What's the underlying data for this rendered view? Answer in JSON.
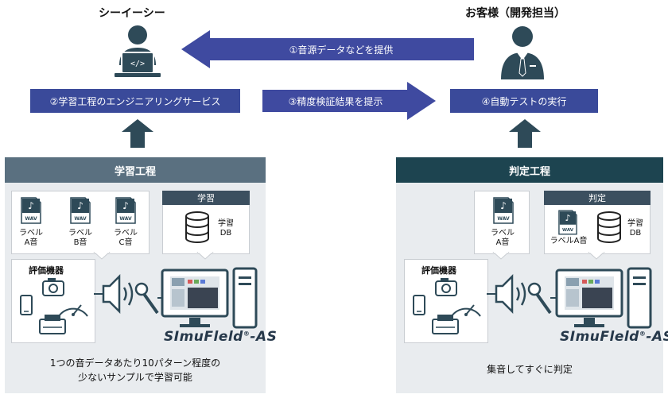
{
  "left_actor": {
    "name": "シーイーシー"
  },
  "right_actor": {
    "name": "お客様（開発担当）"
  },
  "arrows": {
    "top": "①音源データなどを提供",
    "middle": "③精度検証結果を提示"
  },
  "steps": {
    "left": "②学習工程のエンジニアリングサービス",
    "right": "④自動テストの実行"
  },
  "left_panel": {
    "header": "学習工程",
    "files": [
      {
        "badge": "WAV",
        "label_line1": "ラベル",
        "label_line2": "A音"
      },
      {
        "badge": "WAV",
        "label_line1": "ラベル",
        "label_line2": "B音"
      },
      {
        "badge": "WAV",
        "label_line1": "ラベル",
        "label_line2": "C音"
      }
    ],
    "db_header": "学習",
    "db_label_line1": "学習",
    "db_label_line2": "DB",
    "device_title": "評価機器",
    "brand": "SImuFleld",
    "brand_suffix": "-AS",
    "caption_line1": "1つの音データあたり10パターン程度の",
    "caption_line2": "少ないサンプルで学習可能"
  },
  "right_panel": {
    "header": "判定工程",
    "file": {
      "badge": "WAV",
      "label_line1": "ラベル",
      "label_line2": "A音"
    },
    "db_header": "判定",
    "db_file": {
      "badge": "WAV",
      "label": "ラベルA音"
    },
    "db_label_line1": "学習",
    "db_label_line2": "DB",
    "device_title": "評価機器",
    "brand": "SImuFleld",
    "brand_suffix": "-AS",
    "caption": "集音してすぐに判定"
  },
  "colors": {
    "step_box": "#3a4a9a",
    "arrow": "#3f4aa0",
    "left_panel_header": "#5a7080",
    "right_panel_header": "#1d4450",
    "actor_icon": "#2e4a58",
    "up_arrow": "#2e4a58"
  }
}
